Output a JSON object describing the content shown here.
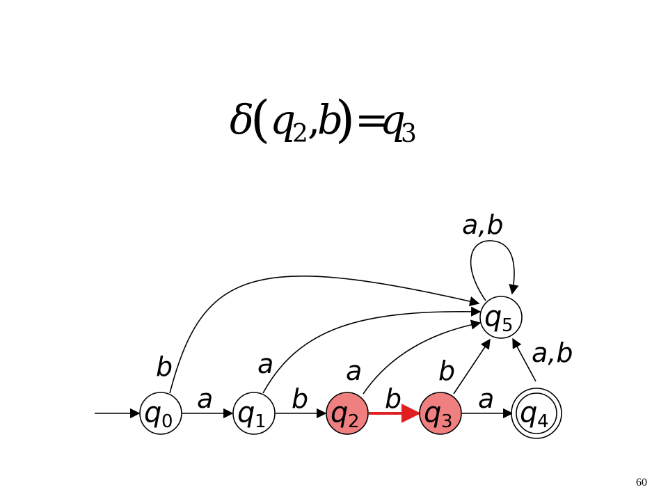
{
  "colors": {
    "highlight_fill": "#f08080",
    "highlight_edge": "#e02020",
    "node_fill": "#ffffff"
  },
  "formula": {
    "func": "δ",
    "arg_state": "q",
    "arg_state_sub": "2",
    "symbol": "b",
    "eq": "=",
    "result_state": "q",
    "result_state_sub": "3"
  },
  "states": [
    {
      "id": "q0",
      "name": "q",
      "sub": "0",
      "highlighted": false,
      "accepting": false,
      "initial": true
    },
    {
      "id": "q1",
      "name": "q",
      "sub": "1",
      "highlighted": false,
      "accepting": false,
      "initial": false
    },
    {
      "id": "q2",
      "name": "q",
      "sub": "2",
      "highlighted": true,
      "accepting": false,
      "initial": false
    },
    {
      "id": "q3",
      "name": "q",
      "sub": "3",
      "highlighted": true,
      "accepting": false,
      "initial": false
    },
    {
      "id": "q4",
      "name": "q",
      "sub": "4",
      "highlighted": false,
      "accepting": true,
      "initial": false
    },
    {
      "id": "q5",
      "name": "q",
      "sub": "5",
      "highlighted": false,
      "accepting": false,
      "initial": false
    }
  ],
  "transitions": [
    {
      "from": "q0",
      "to": "q1",
      "label": "a",
      "highlighted": false
    },
    {
      "from": "q1",
      "to": "q2",
      "label": "b",
      "highlighted": false
    },
    {
      "from": "q2",
      "to": "q3",
      "label": "b",
      "highlighted": true
    },
    {
      "from": "q3",
      "to": "q4",
      "label": "a",
      "highlighted": false
    },
    {
      "from": "q0",
      "to": "q5",
      "label": "b",
      "highlighted": false
    },
    {
      "from": "q1",
      "to": "q5",
      "label": "a",
      "highlighted": false
    },
    {
      "from": "q2",
      "to": "q5",
      "label": "a",
      "highlighted": false
    },
    {
      "from": "q3",
      "to": "q5",
      "label": "b",
      "highlighted": false
    },
    {
      "from": "q4",
      "to": "q5",
      "label": "a,b",
      "highlighted": false
    },
    {
      "from": "q5",
      "to": "q5",
      "label": "a,b",
      "highlighted": false
    }
  ],
  "page_number": "60"
}
